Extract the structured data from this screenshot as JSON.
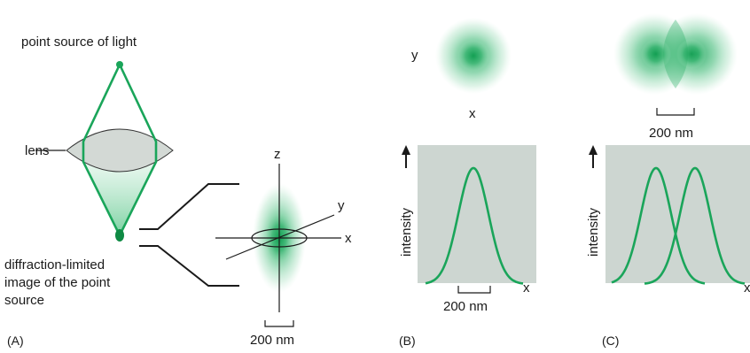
{
  "colors": {
    "green": "#1aa55a",
    "dark_green": "#0f8a44",
    "plot_bg": "#cdd6d1",
    "lens_fill": "#d3d9d5",
    "line": "#1a1a1a"
  },
  "panel_a": {
    "label": "(A)",
    "point_source_label": "point source of light",
    "lens_label": "lens",
    "image_label_lines": [
      "diffraction-limited",
      "image of the point",
      "source"
    ],
    "axis_z": "z",
    "axis_y": "y",
    "axis_x": "x",
    "scale_label": "200 nm"
  },
  "panel_b": {
    "label": "(B)",
    "axis_y": "y",
    "axis_x": "x",
    "plot_ylabel": "intensity",
    "plot_xlabel": "x",
    "scale_label": "200 nm"
  },
  "panel_c": {
    "label": "(C)",
    "scale_label": "200 nm",
    "plot_ylabel": "intensity",
    "plot_xlabel": "x"
  }
}
